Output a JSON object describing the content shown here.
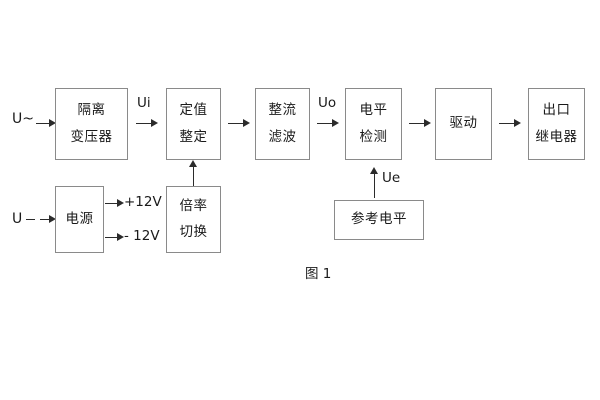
{
  "figure": {
    "caption": "图 1",
    "colors": {
      "background": "#ffffff",
      "box_border": "#8a8a8a",
      "connector": "#2b2b2b",
      "text": "#1a1a1a"
    }
  },
  "signal_chain": {
    "blocks": [
      {
        "id": "isolation-transformer",
        "lines": [
          "隔离",
          "变压器"
        ]
      },
      {
        "id": "setting-value",
        "lines": [
          "定值",
          "整定"
        ]
      },
      {
        "id": "rectify-filter",
        "lines": [
          "整流",
          "滤波"
        ]
      },
      {
        "id": "level-detection",
        "lines": [
          "电平",
          "检测"
        ]
      },
      {
        "id": "drive",
        "lines": [
          "驱动"
        ]
      },
      {
        "id": "output-relay",
        "lines": [
          "出口",
          "继电器"
        ]
      }
    ]
  },
  "power_chain": {
    "blocks": [
      {
        "id": "power-supply",
        "lines": [
          "电源"
        ]
      },
      {
        "id": "ratio-switching",
        "lines": [
          "倍率",
          "切换"
        ]
      },
      {
        "id": "reference-level",
        "lines": [
          "参考电平"
        ]
      }
    ],
    "rail_labels": {
      "positive": "+12V",
      "negative": "- 12V"
    }
  },
  "signal_labels": {
    "input_ac": "U~",
    "input_dc": "U",
    "ui": "Ui",
    "uo": "Uo",
    "ue": "Ue"
  }
}
